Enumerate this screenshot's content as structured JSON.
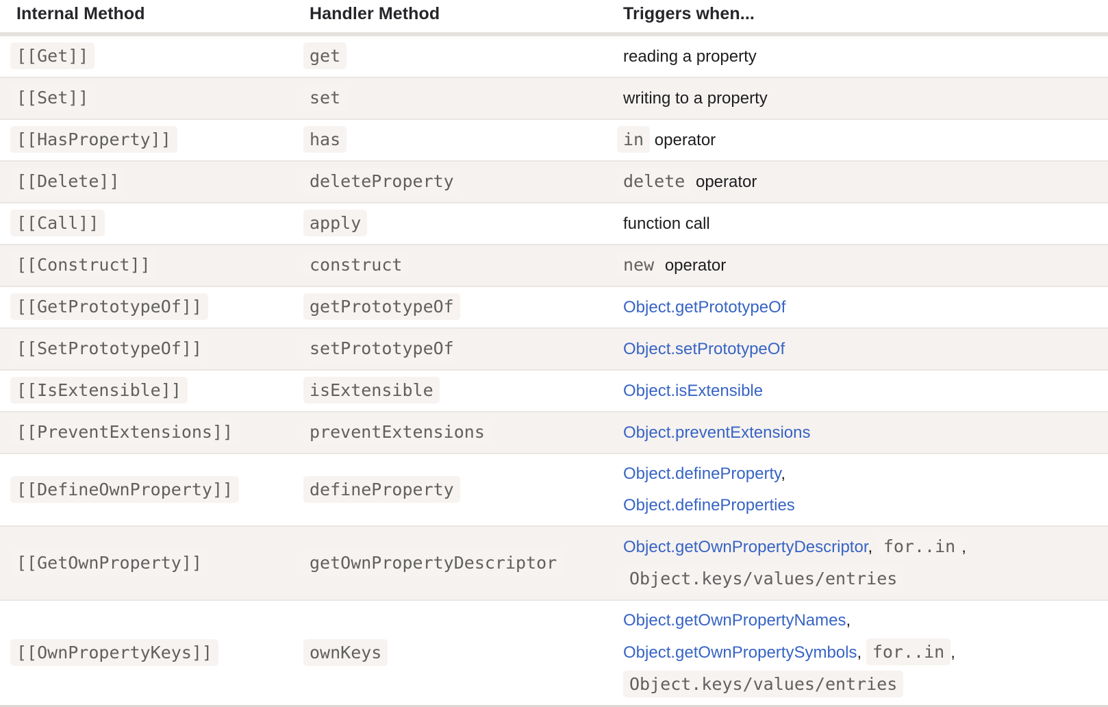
{
  "colors": {
    "link": "#3764c4",
    "chip_bg": "#f7f3f0",
    "row_alt_bg": "#f6f2f0",
    "code_text": "#606060",
    "body_text": "#1d1d20",
    "header_text": "#26262a",
    "row_border": "#eae6e2",
    "header_border": "#e5e1dd"
  },
  "table": {
    "columns": [
      "Internal Method",
      "Handler Method",
      "Triggers when..."
    ],
    "rows": [
      {
        "internal": [
          {
            "type": "code",
            "text": "[[Get]]"
          }
        ],
        "handler": [
          {
            "type": "code",
            "text": "get"
          }
        ],
        "triggers": [
          {
            "type": "text",
            "text": "reading a property"
          }
        ]
      },
      {
        "internal": [
          {
            "type": "code",
            "text": "[[Set]]"
          }
        ],
        "handler": [
          {
            "type": "code",
            "text": "set"
          }
        ],
        "triggers": [
          {
            "type": "text",
            "text": "writing to a property"
          }
        ]
      },
      {
        "internal": [
          {
            "type": "code",
            "text": "[[HasProperty]]"
          }
        ],
        "handler": [
          {
            "type": "code",
            "text": "has"
          }
        ],
        "triggers": [
          {
            "type": "code",
            "text": "in"
          },
          {
            "type": "text",
            "text": " operator"
          }
        ]
      },
      {
        "internal": [
          {
            "type": "code",
            "text": "[[Delete]]"
          }
        ],
        "handler": [
          {
            "type": "code",
            "text": "deleteProperty"
          }
        ],
        "triggers": [
          {
            "type": "code",
            "text": "delete"
          },
          {
            "type": "text",
            "text": " operator"
          }
        ]
      },
      {
        "internal": [
          {
            "type": "code",
            "text": "[[Call]]"
          }
        ],
        "handler": [
          {
            "type": "code",
            "text": "apply"
          }
        ],
        "triggers": [
          {
            "type": "text",
            "text": "function call"
          }
        ]
      },
      {
        "internal": [
          {
            "type": "code",
            "text": "[[Construct]]"
          }
        ],
        "handler": [
          {
            "type": "code",
            "text": "construct"
          }
        ],
        "triggers": [
          {
            "type": "code",
            "text": "new"
          },
          {
            "type": "text",
            "text": " operator"
          }
        ]
      },
      {
        "internal": [
          {
            "type": "code",
            "text": "[[GetPrototypeOf]]"
          }
        ],
        "handler": [
          {
            "type": "code",
            "text": "getPrototypeOf"
          }
        ],
        "triggers": [
          {
            "type": "link",
            "text": "Object.getPrototypeOf"
          }
        ]
      },
      {
        "internal": [
          {
            "type": "code",
            "text": "[[SetPrototypeOf]]"
          }
        ],
        "handler": [
          {
            "type": "code",
            "text": "setPrototypeOf"
          }
        ],
        "triggers": [
          {
            "type": "link",
            "text": "Object.setPrototypeOf"
          }
        ]
      },
      {
        "internal": [
          {
            "type": "code",
            "text": "[[IsExtensible]]"
          }
        ],
        "handler": [
          {
            "type": "code",
            "text": "isExtensible"
          }
        ],
        "triggers": [
          {
            "type": "link",
            "text": "Object.isExtensible"
          }
        ]
      },
      {
        "internal": [
          {
            "type": "code",
            "text": "[[PreventExtensions]]"
          }
        ],
        "handler": [
          {
            "type": "code",
            "text": "preventExtensions"
          }
        ],
        "triggers": [
          {
            "type": "link",
            "text": "Object.preventExtensions"
          }
        ]
      },
      {
        "internal": [
          {
            "type": "code",
            "text": "[[DefineOwnProperty]]"
          }
        ],
        "handler": [
          {
            "type": "code",
            "text": "defineProperty"
          }
        ],
        "triggers": [
          {
            "type": "link",
            "text": "Object.defineProperty"
          },
          {
            "type": "text",
            "text": ","
          },
          {
            "type": "br"
          },
          {
            "type": "link",
            "text": "Object.defineProperties"
          }
        ]
      },
      {
        "internal": [
          {
            "type": "code",
            "text": "[[GetOwnProperty]]"
          }
        ],
        "handler": [
          {
            "type": "code",
            "text": "getOwnPropertyDescriptor"
          }
        ],
        "triggers": [
          {
            "type": "link",
            "text": "Object.getOwnPropertyDescriptor"
          },
          {
            "type": "text",
            "text": ", "
          },
          {
            "type": "code",
            "text": "for..in"
          },
          {
            "type": "text",
            "text": ","
          },
          {
            "type": "br"
          },
          {
            "type": "code",
            "text": "Object.keys/values/entries"
          }
        ]
      },
      {
        "internal": [
          {
            "type": "code",
            "text": "[[OwnPropertyKeys]]"
          }
        ],
        "handler": [
          {
            "type": "code",
            "text": "ownKeys"
          }
        ],
        "triggers": [
          {
            "type": "link",
            "text": "Object.getOwnPropertyNames"
          },
          {
            "type": "text",
            "text": ","
          },
          {
            "type": "br"
          },
          {
            "type": "link",
            "text": "Object.getOwnPropertySymbols"
          },
          {
            "type": "text",
            "text": ", "
          },
          {
            "type": "code",
            "text": "for..in"
          },
          {
            "type": "text",
            "text": ","
          },
          {
            "type": "br"
          },
          {
            "type": "code",
            "text": "Object.keys/values/entries"
          }
        ]
      }
    ]
  }
}
